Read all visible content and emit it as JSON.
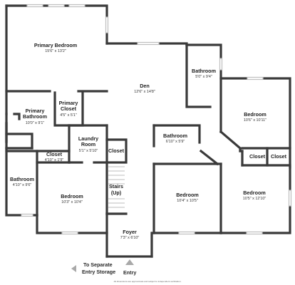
{
  "rooms": {
    "primary_bedroom": {
      "name": "Primary Bedroom",
      "dim": "15'6\" x 13'2\""
    },
    "den": {
      "name": "Den",
      "dim": "12'6\" x 14'8\""
    },
    "bathroom_top": {
      "name": "Bathroom",
      "dim": "5'0\" x 9'4\""
    },
    "primary_bathroom": {
      "name1": "Primary",
      "name2": "Bathroom",
      "dim": "10'0\" x 9'1\""
    },
    "primary_closet": {
      "name1": "Primary",
      "name2": "Closet",
      "dim": "4'5\" x 5'1\""
    },
    "bedroom_right_top": {
      "name": "Bedroom",
      "dim": "10'6\" x 10'11\""
    },
    "laundry_room": {
      "name1": "Laundry",
      "name2": "Room",
      "dim": "5'1\" x 5'10\""
    },
    "closet_laundry": {
      "name": "Closet"
    },
    "bathroom_center": {
      "name": "Bathroom",
      "dim": "6'10\" x 5'9\""
    },
    "closet_left": {
      "name": "Closet",
      "dim": "4'10\" x 1'9\""
    },
    "closet_right_a": {
      "name": "Closet"
    },
    "closet_right_b": {
      "name": "Closet"
    },
    "bathroom_left": {
      "name": "Bathroom",
      "dim": "4'10\" x 9'6\""
    },
    "bedroom_left": {
      "name": "Bedroom",
      "dim": "10'3\" x 10'4\""
    },
    "stairs": {
      "name1": "Stairs",
      "name2": "(Up)"
    },
    "bedroom_center": {
      "name": "Bedroom",
      "dim": "10'4\" x 10'5\""
    },
    "bedroom_right_bottom": {
      "name": "Bedroom",
      "dim": "10'5\" x 12'10\""
    },
    "foyer": {
      "name": "Foyer",
      "dim": "7'3\" x 6'10\""
    }
  },
  "annotations": {
    "separate_storage_line1": "To Separate",
    "separate_storage_line2": "Entry Storage",
    "entry": "Entry",
    "disclaimer": "All dimensions are approximate and subject to independent verification."
  }
}
